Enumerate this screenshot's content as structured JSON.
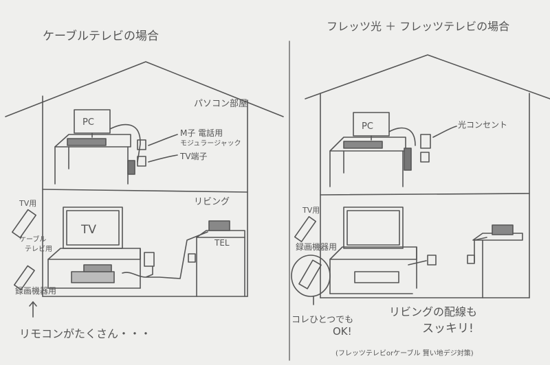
{
  "left": {
    "title": "ケーブルテレビの場合",
    "room_upper": "パソコン部屋",
    "room_lower": "リビング",
    "pc": "PC",
    "tv": "TV",
    "tel": "TEL",
    "label_modular_1": "M子 電話用",
    "label_modular_2": "モジュラージャック",
    "label_tv_outlet": "TV端子",
    "remote_tv": "TV用",
    "remote_cable_1": "ケーブル",
    "remote_cable_2": "テレビ用",
    "remote_recorder": "録画機器用",
    "caption": "リモコンがたくさん・・・"
  },
  "right": {
    "title": "フレッツ光 ＋ フレッツテレビの場合",
    "pc": "PC",
    "label_optical": "光コンセント",
    "remote_tv": "TV用",
    "remote_recorder": "録画機器用",
    "caption_remote_1": "コレひとつでも",
    "caption_remote_2": "OK!",
    "caption_living_1": "リビングの配線も",
    "caption_living_2": "スッキリ!"
  },
  "footer": "(フレッツテレビorケーブル 賢い地デジ対策)"
}
